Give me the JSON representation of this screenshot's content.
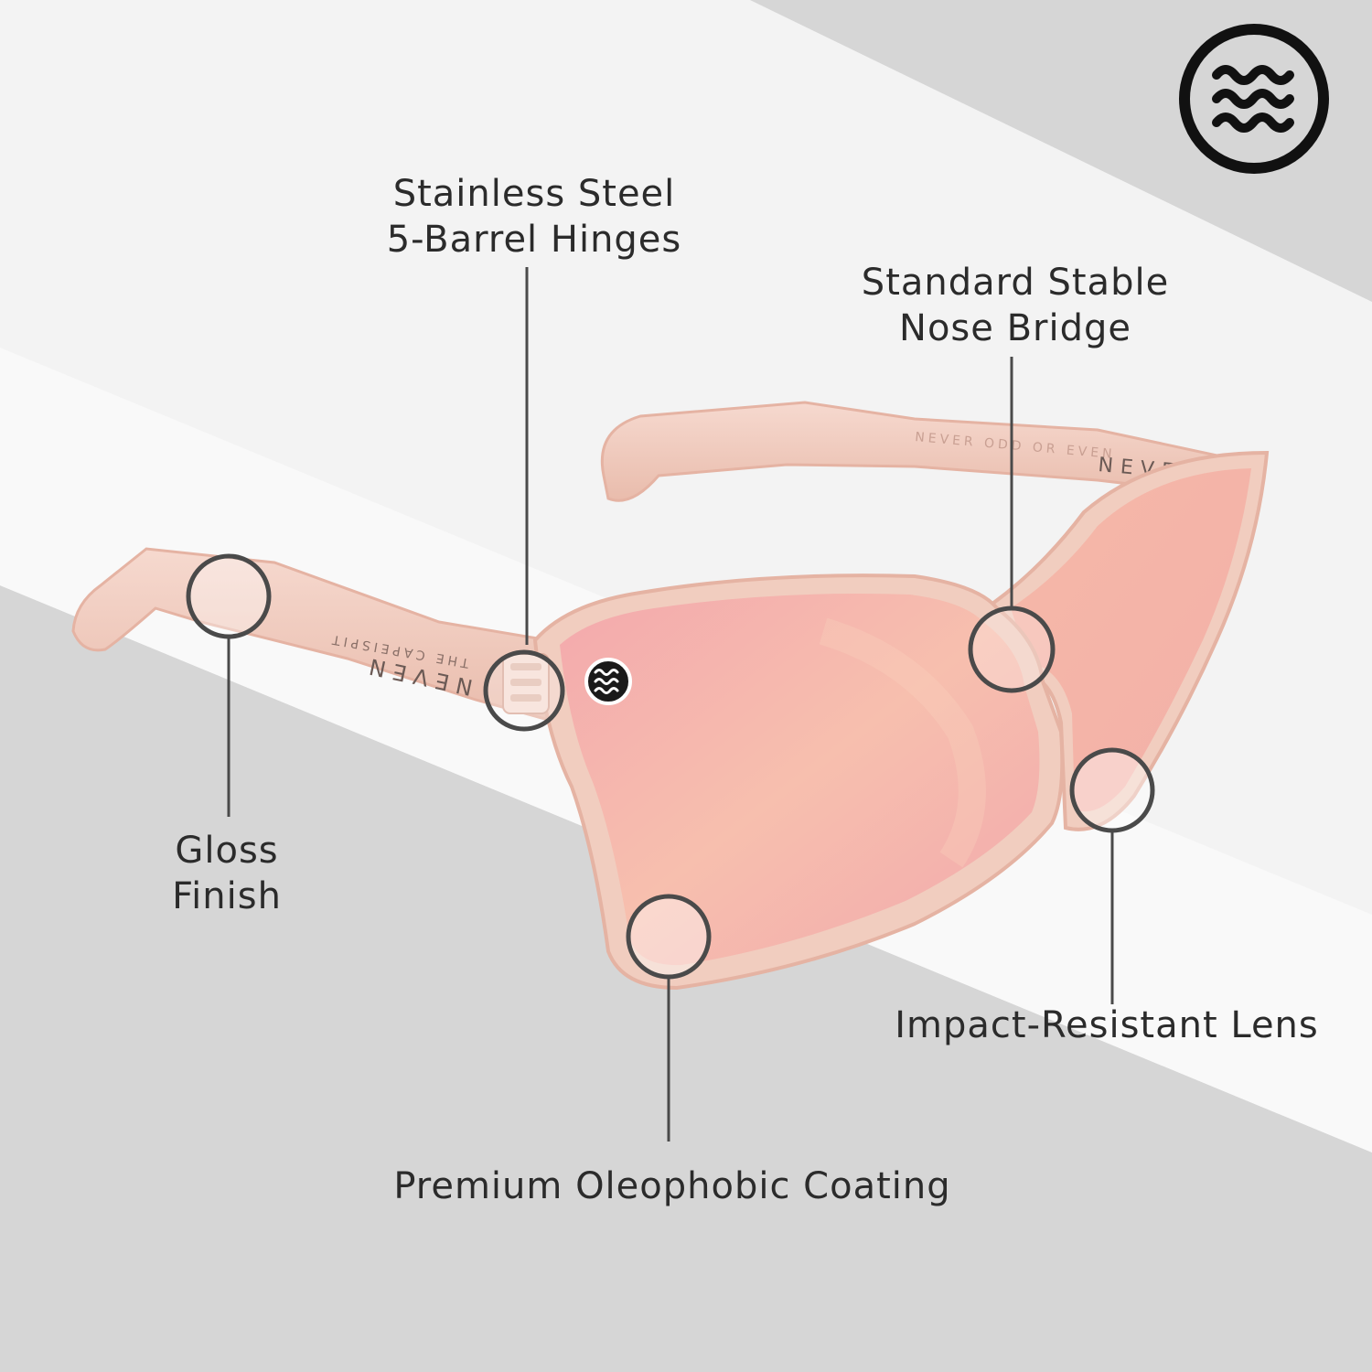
{
  "colors": {
    "bg_light": "#f3f3f3",
    "bg_gray": "#d6d6d6",
    "bg_white": "#fafafa",
    "frame": "#f1cdbf",
    "frame_edge": "#e5b3a3",
    "lens": "#f4b4ad",
    "lens_highlight": "#f8c8b3",
    "callout": "#4a4a4a",
    "text": "#2b2b2b",
    "logo": "#111111"
  },
  "icons": {
    "brand_logo": "waves-logo-icon",
    "lens_badge": "waves-badge-icon"
  },
  "product": {
    "temple_inner_text": "NEVER ODD OR EVEN",
    "temple_brand_right": "NEVEN",
    "temple_model_text": "THE CAPEISPIT",
    "temple_brand_left": "NEVEN"
  },
  "callouts": {
    "hinges": {
      "line1": "Stainless Steel",
      "line2": "5-Barrel Hinges"
    },
    "nose_bridge": {
      "line1": "Standard Stable",
      "line2": "Nose Bridge"
    },
    "gloss": {
      "line1": "Gloss",
      "line2": "Finish"
    },
    "lens": {
      "line1": "Impact-Resistant Lens"
    },
    "coating": {
      "line1": "Premium Oleophobic Coating"
    }
  }
}
